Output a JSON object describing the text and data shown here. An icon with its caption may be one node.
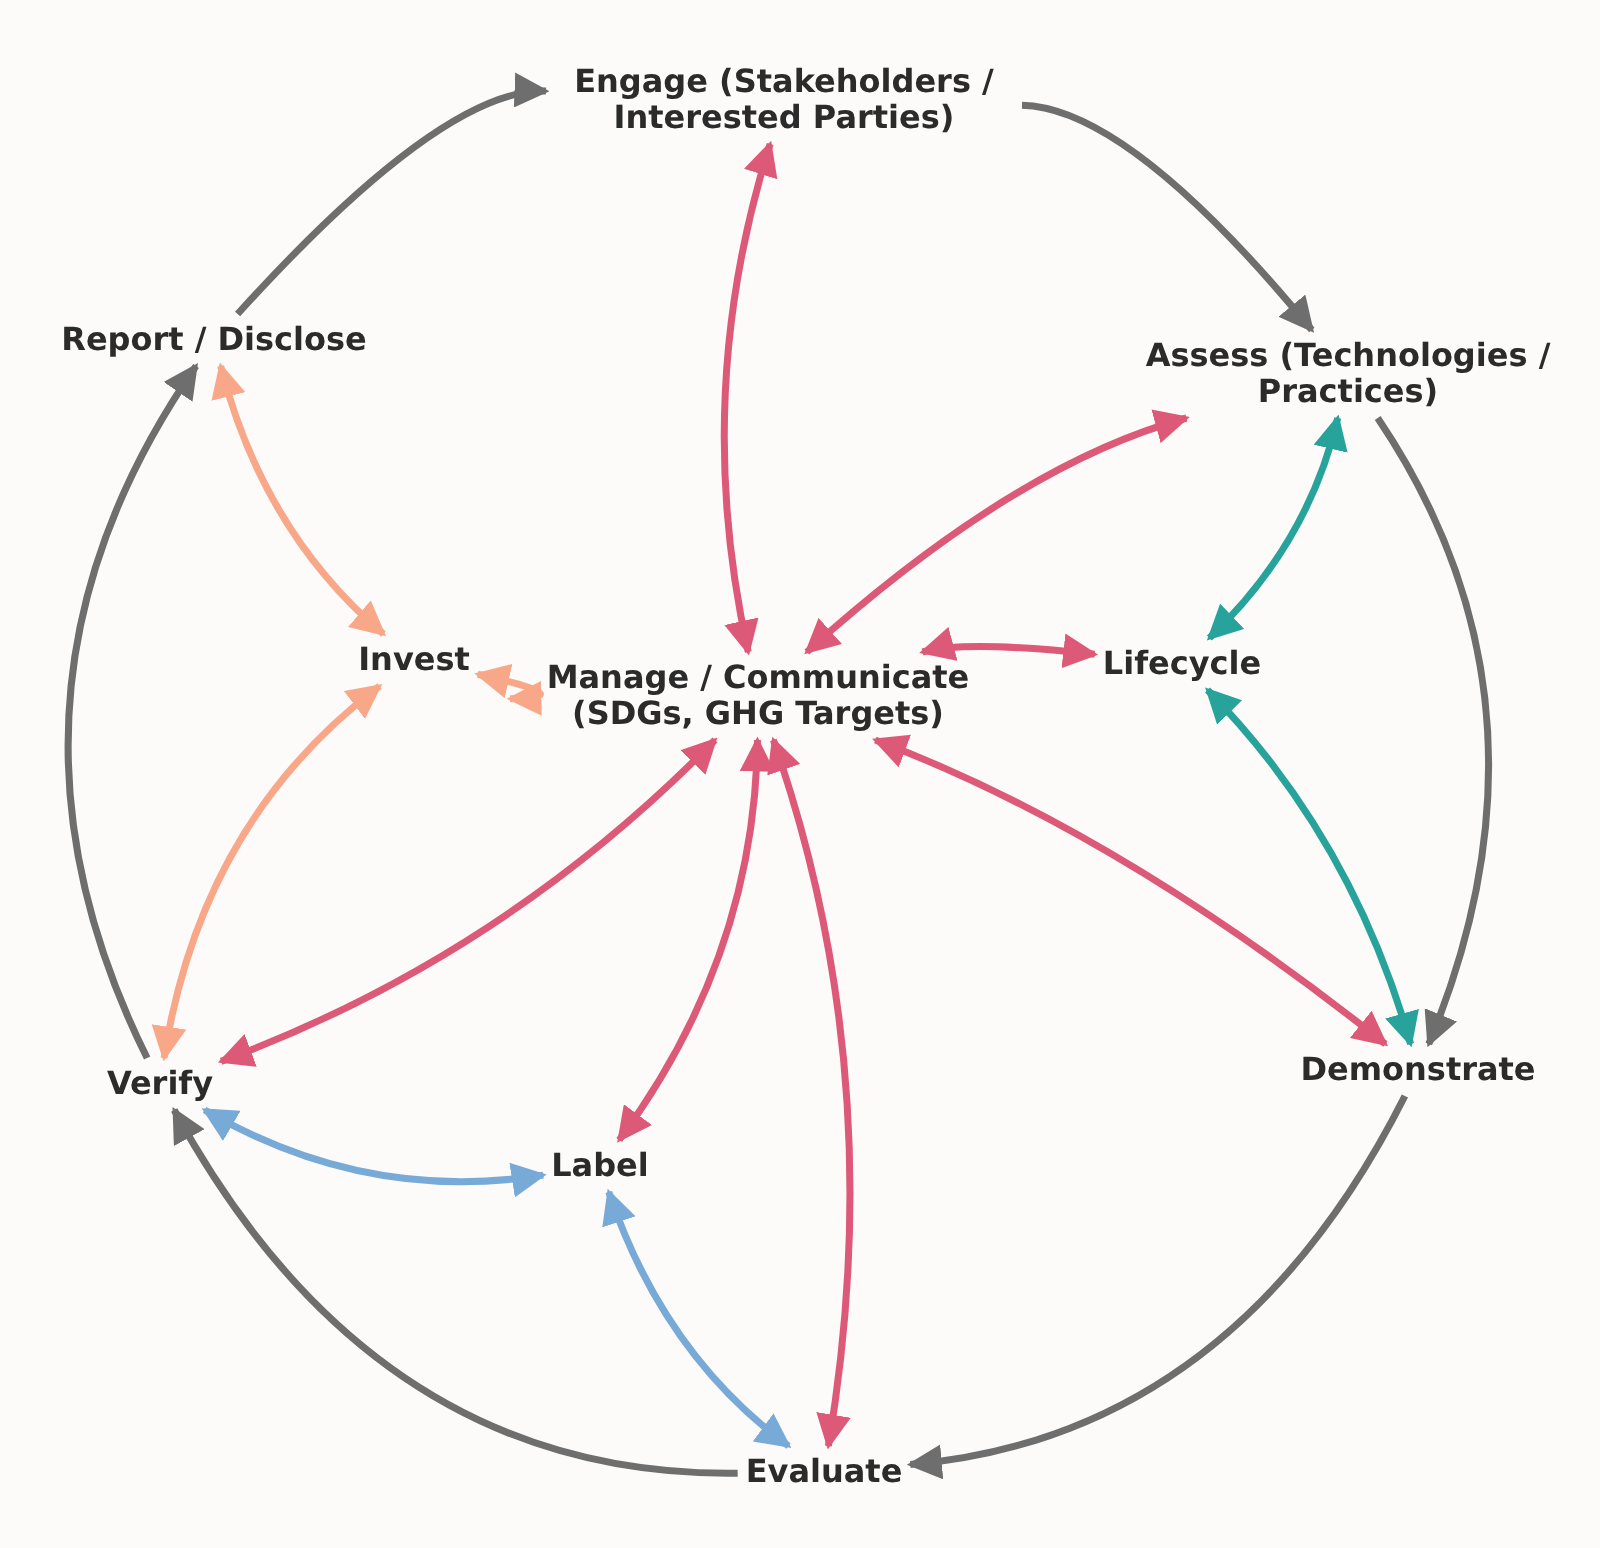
{
  "diagram": {
    "nodes": [
      {
        "text": [
          "Engage (Stakeholders / Interested Parties)"
        ]
      },
      {
        "text": [
          "Report / Disclose"
        ]
      },
      {
        "text": [
          "Assess (Technologies / Practices)"
        ]
      },
      {
        "text": [
          "Invest"
        ]
      },
      {
        "text": [
          "Manage / Communicate (SDGs, GHG Targets)"
        ]
      },
      {
        "text": [
          "Lifecycle"
        ]
      },
      {
        "text": [
          "Verify"
        ]
      },
      {
        "text": [
          "Demonstrate"
        ]
      },
      {
        "text": [
          "Label"
        ]
      },
      {
        "text": [
          "Evaluate"
        ]
      }
    ],
    "edges": [
      {
        "from": 1,
        "to": 0,
        "arrow": "to",
        "color": "#6e6e6e"
      },
      {
        "from": 0,
        "to": 2,
        "arrow": "to",
        "color": "#6e6e6e"
      },
      {
        "from": 2,
        "to": 7,
        "arrow": "to",
        "color": "#6e6e6e"
      },
      {
        "from": 7,
        "to": 9,
        "arrow": "to",
        "color": "#6e6e6e"
      },
      {
        "from": 9,
        "to": 6,
        "arrow": "to",
        "color": "#6e6e6e"
      },
      {
        "from": 6,
        "to": 1,
        "arrow": "to",
        "color": "#6e6e6e"
      },
      {
        "from": 4,
        "to": 0,
        "arrow": "both"
      },
      {
        "from": 4,
        "to": 2,
        "arrow": "both"
      },
      {
        "from": 4,
        "to": 5,
        "arrow": "both"
      },
      {
        "from": 4,
        "to": 7,
        "arrow": "both"
      },
      {
        "from": 4,
        "to": 9,
        "arrow": "both"
      },
      {
        "from": 4,
        "to": 8,
        "arrow": "both"
      },
      {
        "from": 4,
        "to": 6,
        "arrow": "both"
      },
      {
        "from": 1,
        "to": 3,
        "arrow": "both",
        "color": "#f8a888"
      },
      {
        "from": 3,
        "to": 6,
        "arrow": "both",
        "color": "#f8a888"
      },
      {
        "from": 3,
        "to": 4,
        "arrow": "both",
        "color": "#f8a888"
      },
      {
        "from": 2,
        "to": 5,
        "arrow": "both",
        "color": "#27a39b"
      },
      {
        "from": 5,
        "to": 7,
        "arrow": "both",
        "color": "#27a39b"
      },
      {
        "from": 6,
        "to": 8,
        "arrow": "both",
        "color": "#78aad8"
      },
      {
        "from": 8,
        "to": 9,
        "arrow": "both",
        "color": "#78aad8"
      }
    ]
  }
}
